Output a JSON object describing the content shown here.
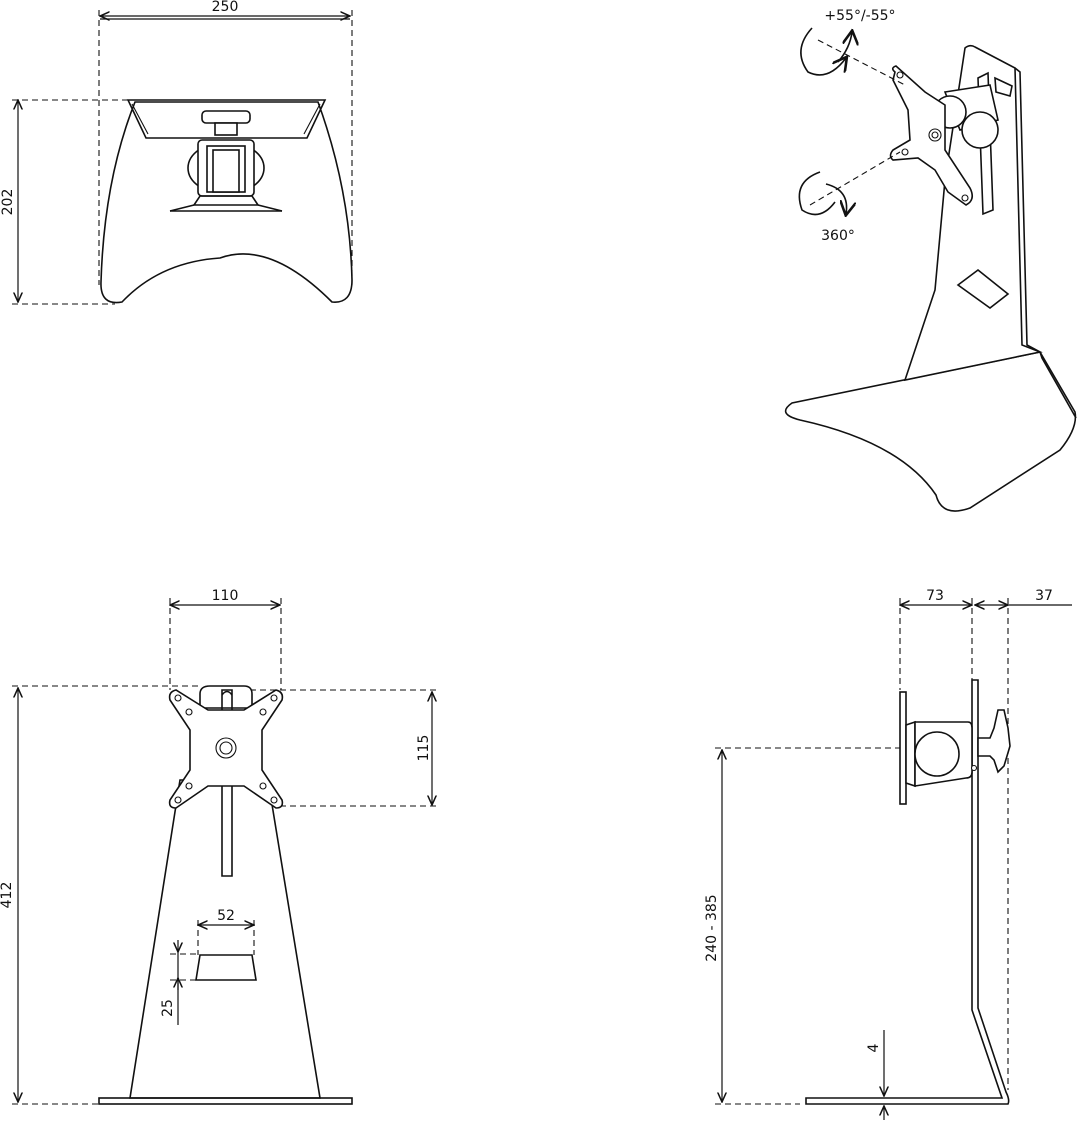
{
  "dimensions": {
    "top_width": "250",
    "top_depth": "202",
    "rotation_tilt": "+55°/-55°",
    "rotation_spin": "360°",
    "front_mount_width": "110",
    "front_mount_height": "115",
    "front_total_height": "412",
    "cutout_width": "52",
    "cutout_height": "25",
    "side_offset_a": "73",
    "side_offset_b": "37",
    "side_height_range": "240 - 385",
    "plate_thickness": "4"
  },
  "colors": {
    "line": "#111111",
    "background": "#ffffff"
  }
}
